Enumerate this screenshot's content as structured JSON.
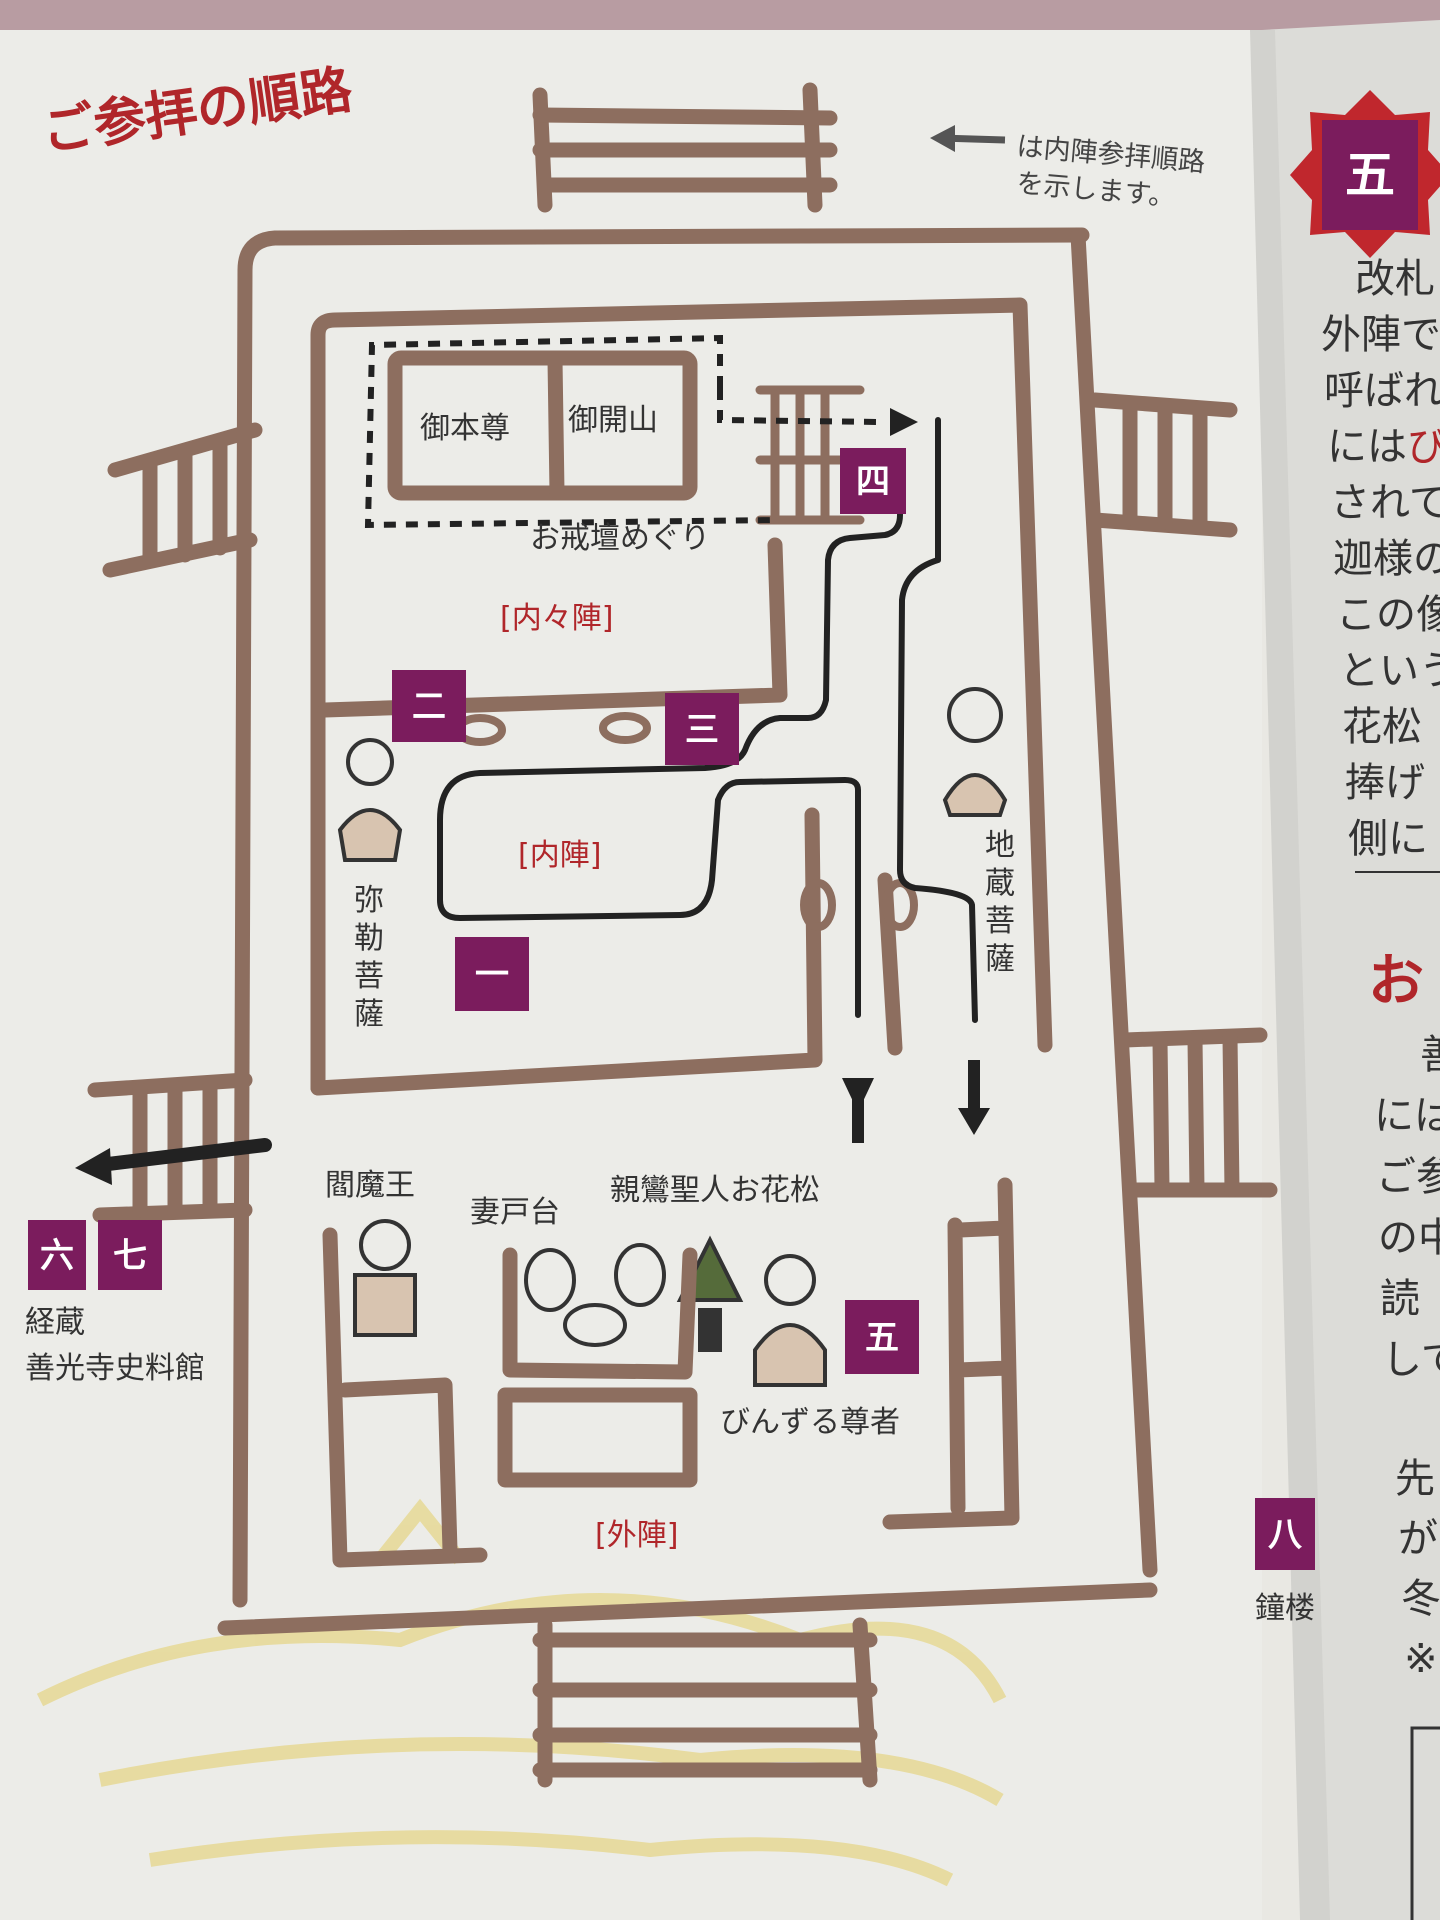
{
  "title": "ご参拝の順路",
  "legend": {
    "line1": "は内陣参拝順路",
    "line2": "を示します。"
  },
  "areas": {
    "naivaijin": "[内々陣]",
    "naijin": "[内陣]",
    "gejin": "[外陣]"
  },
  "labels": {
    "gohonzon": "御本尊",
    "gokaisan": "御開山",
    "okaidan": "お戒壇めぐり",
    "miroku": [
      "弥",
      "勒",
      "菩",
      "薩"
    ],
    "jizo": [
      "地",
      "蔵",
      "菩",
      "薩"
    ],
    "enmao": "閻魔王",
    "tsumadodai": "妻戸台",
    "shinran": "親鸞聖人お花松",
    "binzuru": "びんずる尊者",
    "kyozo": "経蔵",
    "shiryokan": "善光寺史料館",
    "shoro": "鐘楼"
  },
  "markers": [
    "一",
    "二",
    "三",
    "四",
    "五",
    "六",
    "七",
    "八"
  ],
  "right_page": {
    "badge": "五",
    "lines": [
      {
        "t": "改札",
        "c": "#333"
      },
      {
        "t": "外陣で",
        "c": "#333"
      },
      {
        "t": "呼ばれ",
        "c": "#333"
      },
      {
        "t": "には",
        "c": "#333",
        "r": "び"
      },
      {
        "t": "されて",
        "c": "#333"
      },
      {
        "t": "迦様の",
        "c": "#333"
      },
      {
        "t": "この像",
        "c": "#333"
      },
      {
        "t": "という",
        "c": "#333"
      },
      {
        "t": "花松",
        "c": "#b0262a"
      },
      {
        "t": "捧げ",
        "c": "#333"
      },
      {
        "t": "側に",
        "c": "#333"
      }
    ],
    "heading2": "お",
    "lines2": [
      "善",
      "には",
      "ご参",
      "の中",
      "読",
      "して"
    ],
    "lines3": [
      "先",
      "が",
      "冬",
      "※"
    ]
  }
}
